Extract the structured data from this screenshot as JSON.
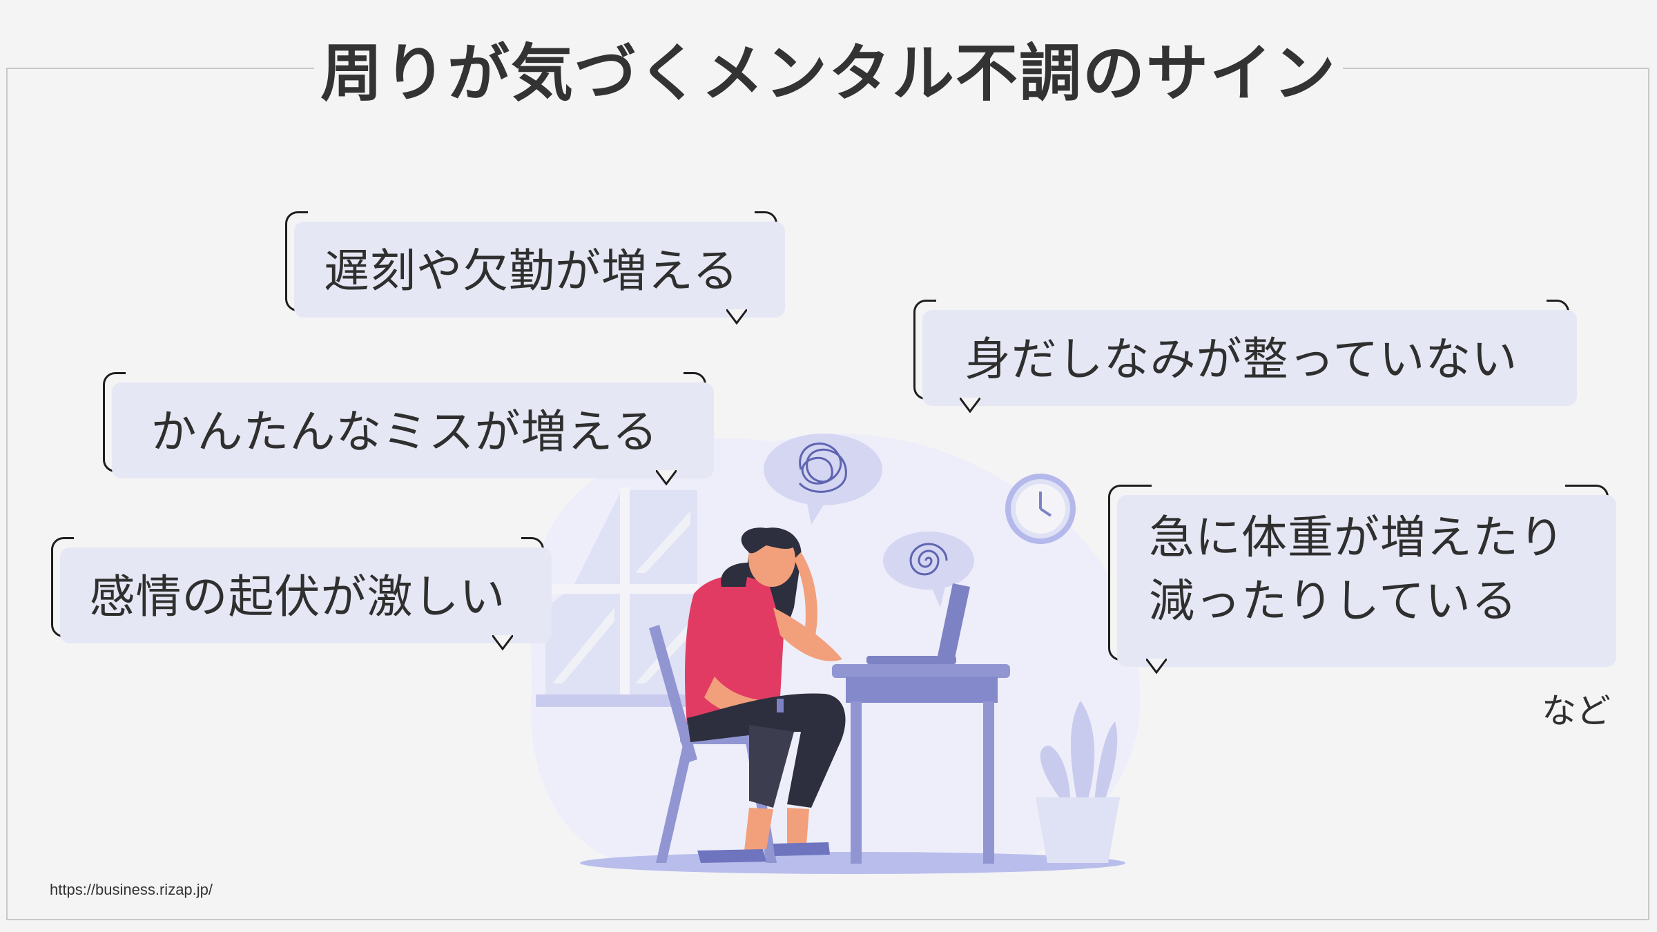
{
  "title": "周りが気づくメンタル不調のサイン",
  "signs": [
    "遅刻や欠勤が増える",
    "かんたんなミスが増える",
    "感情の起伏が激しい",
    "身だしなみが整っていない",
    "急に体重が増えたり",
    "減ったりしている"
  ],
  "etc_label": "など",
  "source_url": "https://business.rizap.jp/",
  "colors": {
    "background": "#f4f4f4",
    "bubble_fill": "#e6e7f4",
    "illustration_blob": "#eeeefa",
    "furniture": "#9196d2",
    "shirt": "#e23b63"
  },
  "icons": [
    "tangled-thought-icon",
    "spiral-thought-icon",
    "wall-clock-icon",
    "window-icon",
    "plant-icon",
    "laptop-icon"
  ]
}
